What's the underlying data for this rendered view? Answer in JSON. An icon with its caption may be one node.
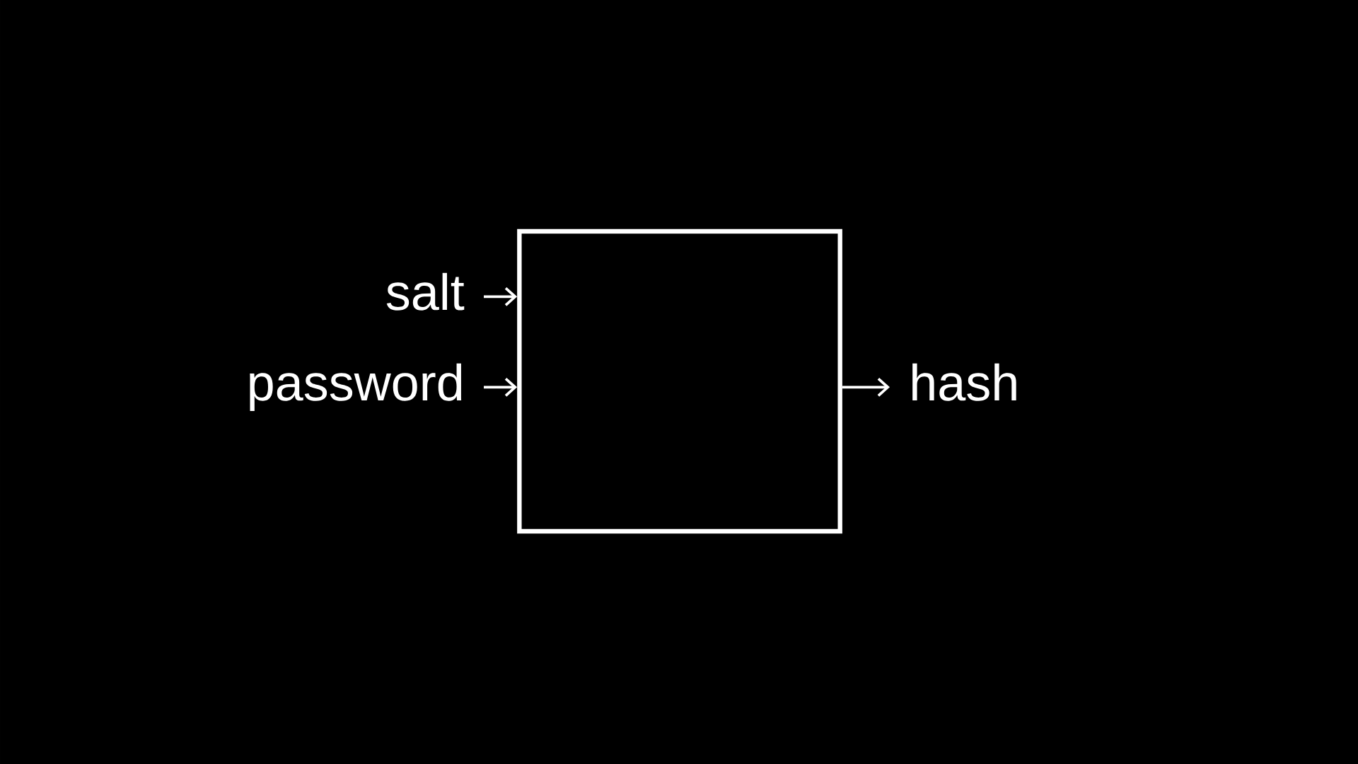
{
  "diagram": {
    "nodes": [
      {
        "text": [
          "salt"
        ]
      },
      {
        "text": [
          "password"
        ]
      },
      {
        "text": [],
        "shape": "box"
      },
      {
        "text": [
          "hash"
        ]
      }
    ],
    "edges": [
      {
        "from": 0,
        "to": 2,
        "arrow": "to"
      },
      {
        "from": 1,
        "to": 2,
        "arrow": "to"
      },
      {
        "from": 2,
        "to": 3,
        "arrow": "to"
      }
    ]
  }
}
